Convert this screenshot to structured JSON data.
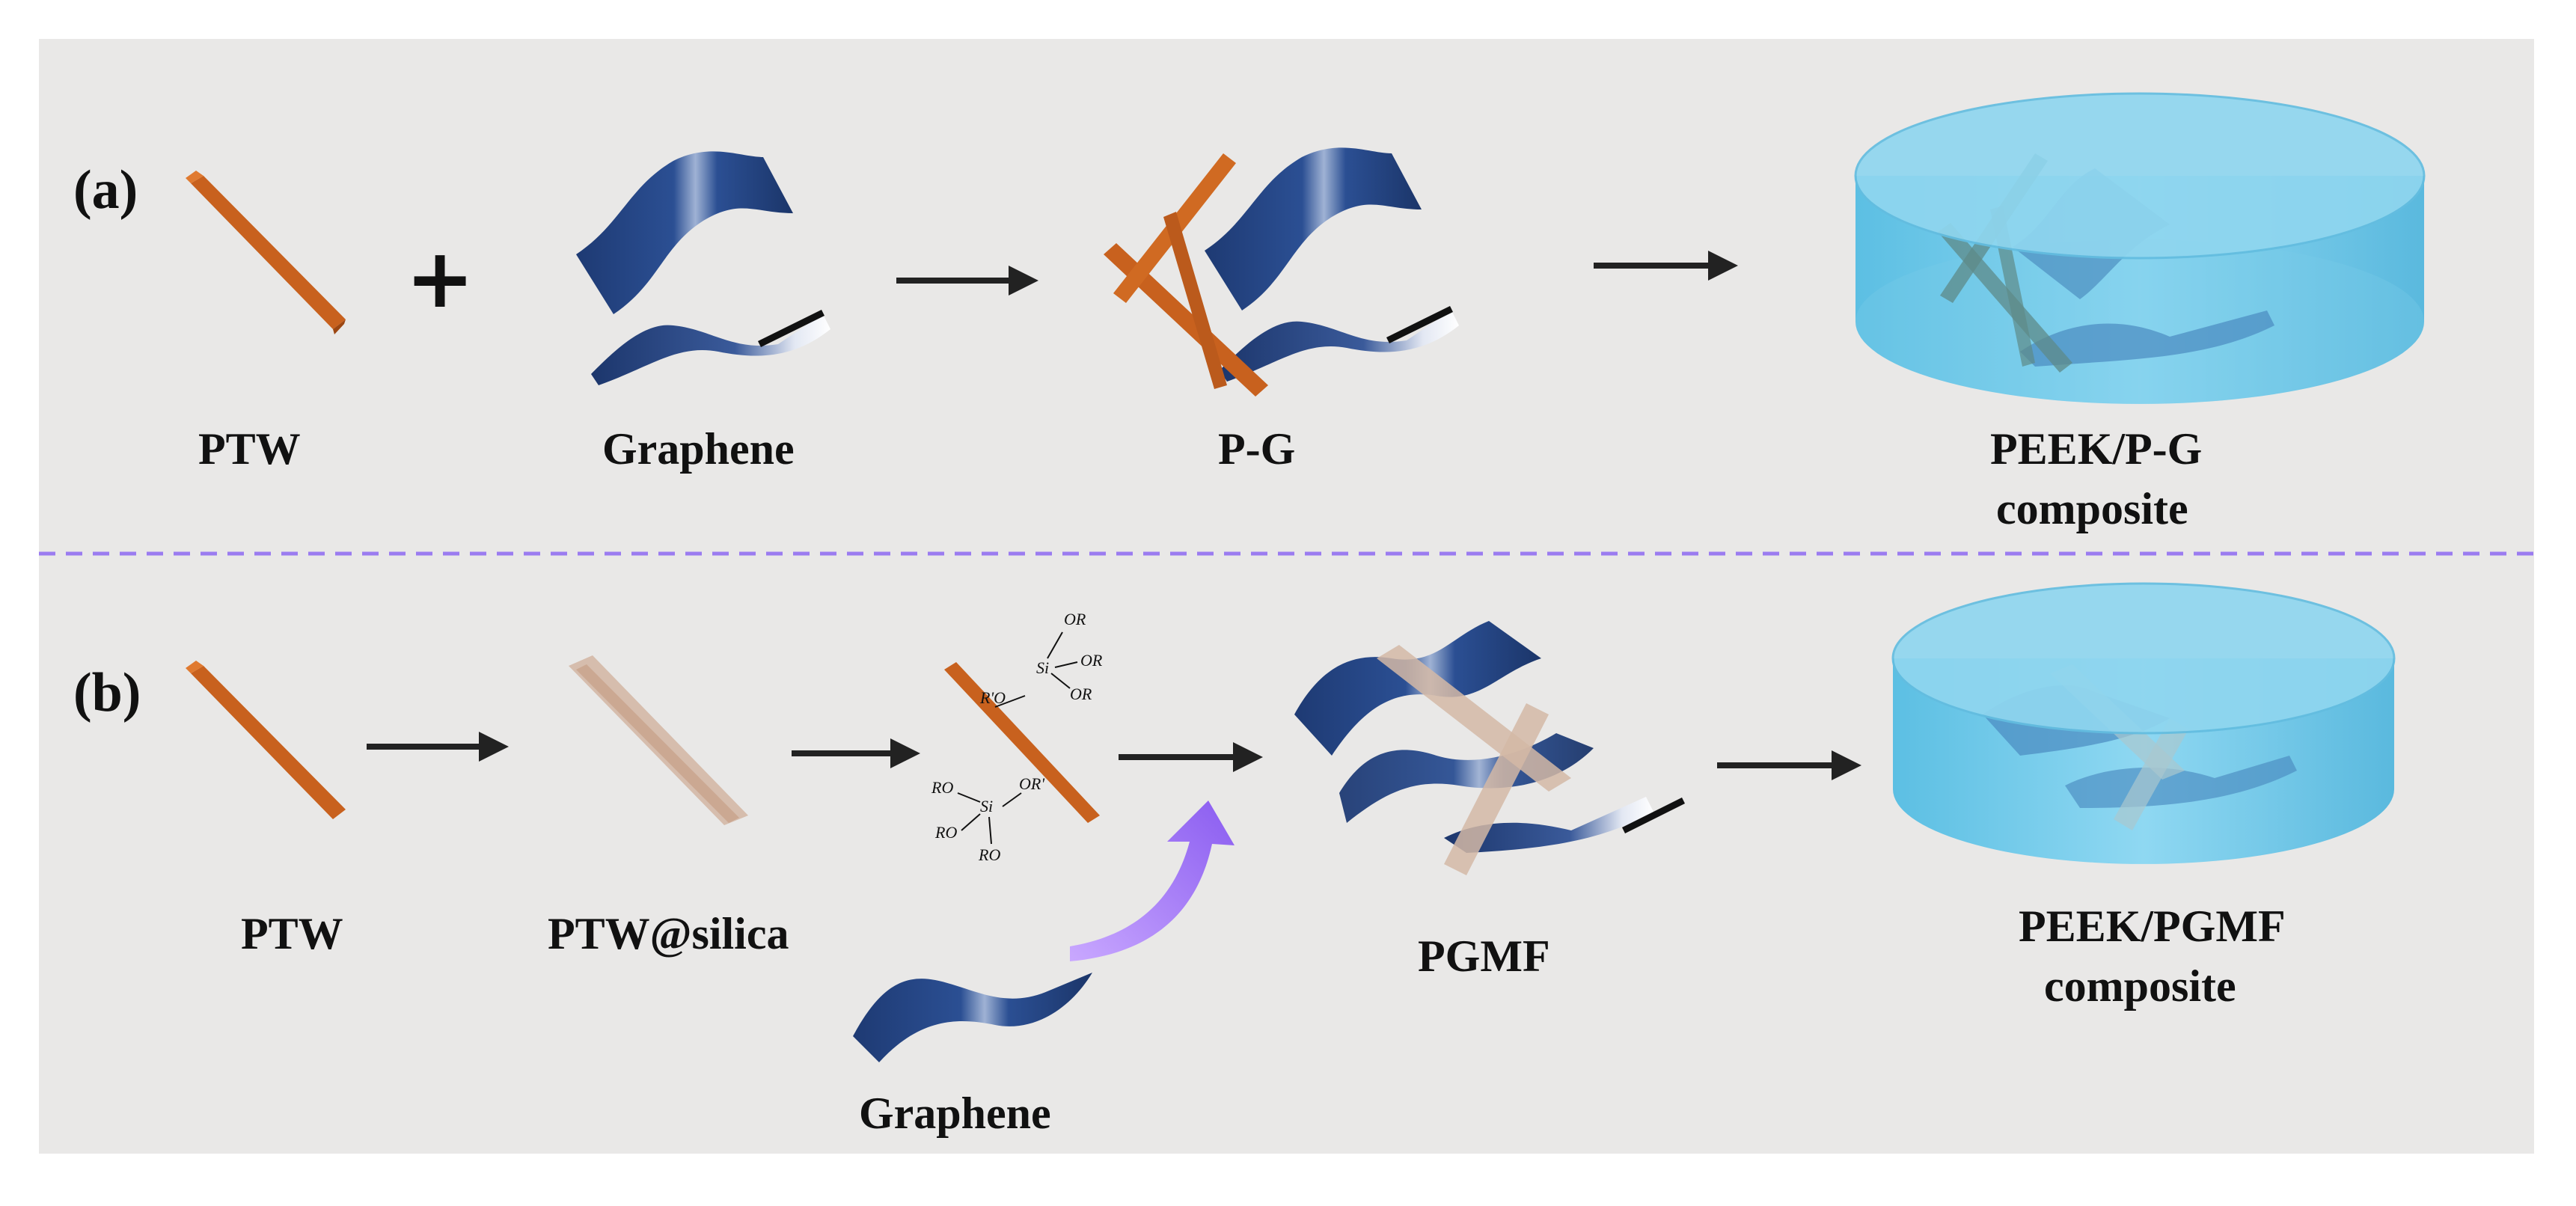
{
  "panel_a": {
    "tag": "(a)",
    "labels": {
      "ptw": "PTW",
      "graphene": "Graphene",
      "pg": "P-G",
      "composite_line1": "PEEK/P-G",
      "composite_line2": "composite"
    },
    "plus": "+"
  },
  "panel_b": {
    "tag": "(b)",
    "labels": {
      "ptw": "PTW",
      "ptw_silica": "PTW@silica",
      "pgmf": "PGMF",
      "graphene": "Graphene",
      "composite_line1": "PEEK/PGMF",
      "composite_line2": "composite"
    },
    "chem": {
      "or_top": "OR",
      "or_mid": "OR",
      "or_right": "OR",
      "si_top": "Si",
      "r_o_top": "R'O",
      "ro_bl1": "RO",
      "ro_bl2": "RO",
      "ro_bl3": "RO",
      "si_bottom": "Si",
      "or_prime_bottom": "OR'"
    }
  },
  "colors": {
    "background": "#e9e8e7",
    "divider": "#9b7cf0",
    "whisker": "#c8611e",
    "graphene": "#22407a",
    "peek": "#7fd0ec",
    "silica": "#d4b8a6",
    "curved_arrow": "#9a6cf2"
  }
}
